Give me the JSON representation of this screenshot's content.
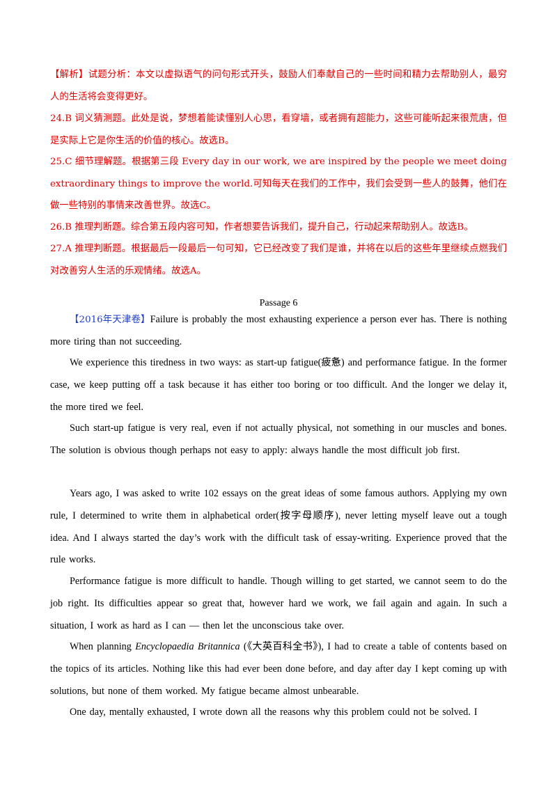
{
  "analysis": {
    "prefix": "【解析】",
    "p1": "试题分析：本文以虚拟语气的问句形式开头，鼓励人们奉献自己的一些时间和精力去帮助别人，最穷人的生活将会变得更好。",
    "q24": "24.B 词义猜测题。此处是说，梦想着能读懂别人心思，看穿墙，或者拥有超能力，这些可能听起来很荒唐，但是实际上它是你生活的价值的核心。故选B。",
    "q25": "25.C 细节理解题。根据第三段 Every day in our work, we are inspired by the people we meet doing extraordinary things to improve the world.可知每天在我们的工作中，我们会受到一些人的鼓舞，他们在做一些特别的事情来改善世界。故选C。",
    "q26": "26.B 推理判断题。综合第五段内容可知，作者想要告诉我们，提升自己，行动起来帮助别人。故选B。",
    "q27": "27.A 推理判断题。根据最后一段最后一句可知，它已经改变了我们是谁，并将在以后的这些年里继续点燃我们对改善穷人生活的乐观情绪。故选A。"
  },
  "passage": {
    "title": "Passage 6",
    "source": "【2016年天津卷】",
    "p1": "Failure is probably the most exhausting experience a person ever has. There is nothing more tiring than not succeeding.",
    "p2": "We experience this tiredness in two ways: as start-up fatigue(疲惫) and performance fatigue. In the former case, we keep putting off a task because it has either too boring or too difficult. And the longer we delay it, the more tired we feel.",
    "p3": "Such start-up fatigue is very real, even if not actually physical, not something in our muscles and bones. The solution is obvious though perhaps not easy to apply: always handle the most difficult job first.",
    "p4": "Years ago, I was asked to write 102 essays on the great ideas of some famous authors. Applying my own rule, I determined to write them in alphabetical order(按字母顺序), never letting myself leave out a tough idea. And I always started the day’s work with the difficult task of essay-writing. Experience proved that the rule works.",
    "p5": "Performance fatigue is more difficult to handle. Though willing to get started, we cannot seem to do the job right. Its difficulties appear so great that, however hard we work, we fail again and again. In such a situation, I work as hard as I can — then let the unconscious take over.",
    "p6_before": "When planning ",
    "p6_italic": "Encyclopaedia Britannica",
    "p6_after": " (《大英百科全书》), I had to create a table of contents based on the topics of its articles. Nothing like this had ever been done before, and day after day I kept coming up with solutions, but none of them worked. My fatigue became almost unbearable.",
    "p7": "One day, mentally exhausted, I wrote down all the reasons why this problem could not be solved. I"
  },
  "colors": {
    "answer_red": "#e00000",
    "source_blue": "#1f3fc8",
    "body_black": "#000000"
  }
}
